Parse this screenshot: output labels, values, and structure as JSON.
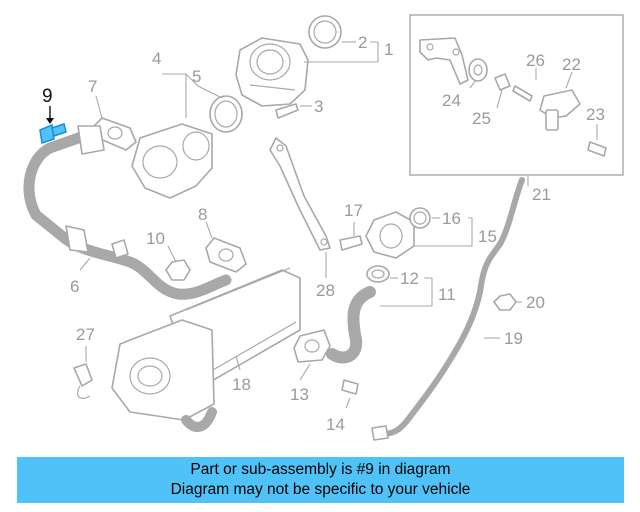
{
  "callouts": {
    "c1": "1",
    "c2": "2",
    "c3": "3",
    "c4": "4",
    "c5": "5",
    "c6": "6",
    "c7": "7",
    "c8": "8",
    "c9": "9",
    "c10": "10",
    "c11": "11",
    "c12": "12",
    "c13": "13",
    "c14": "14",
    "c15": "15",
    "c16": "16",
    "c17": "17",
    "c18": "18",
    "c19": "19",
    "c20": "20",
    "c21": "21",
    "c22": "22",
    "c23": "23",
    "c24": "24",
    "c25": "25",
    "c26": "26",
    "c27": "27",
    "c28": "28"
  },
  "highlight": {
    "color": "#4fc3f7",
    "bolt_color": "#1e88e5"
  },
  "banner": {
    "line1": "Part or sub-assembly is #9 in diagram",
    "line2": "Diagram may not be specific to your vehicle"
  }
}
